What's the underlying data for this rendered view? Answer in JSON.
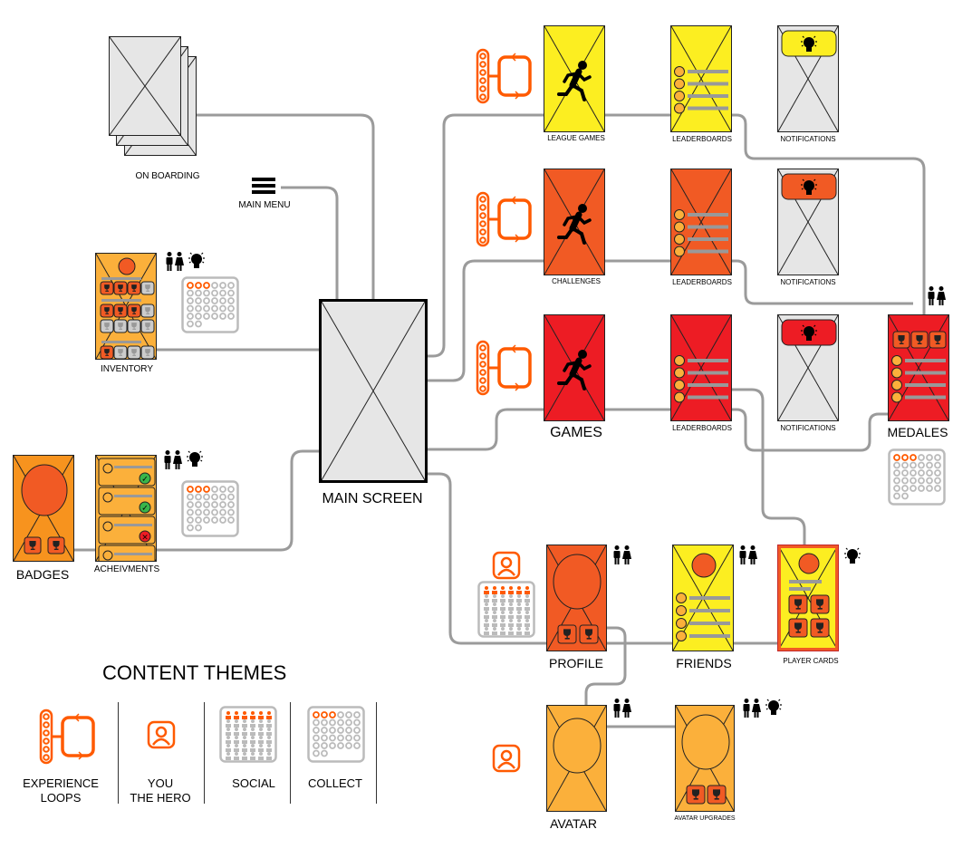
{
  "screens": {
    "onboarding": "ON BOARDING",
    "main_menu": "MAIN MENU",
    "inventory": "INVENTORY",
    "badges": "BADGES",
    "achievements": "ACHEIVMENTS",
    "main_screen": "MAIN SCREEN",
    "league_games": "LEAGUE GAMES",
    "leaderboards_1": "LEADERBOARDS",
    "notifications_1": "NOTIFICATIONS",
    "challenges": "CHALLENGES",
    "leaderboards_2": "LEADERBOARDS",
    "notifications_2": "NOTIFICATIONS",
    "games": "GAMES",
    "leaderboards_3": "LEADERBOARDS",
    "notifications_3": "NOTIFICATIONS",
    "medales": "MEDALES",
    "profile": "PROFILE",
    "friends": "FRIENDS",
    "player_cards": "PLAYER CARDS",
    "avatar": "AVATAR",
    "avatar_upgrades": "AVATAR UPGRADES"
  },
  "legend": {
    "title": "CONTENT THEMES",
    "items": [
      {
        "line1": "EXPERIENCE",
        "line2": "LOOPS",
        "icon": "loop-icon"
      },
      {
        "line1": "YOU",
        "line2": "THE HERO",
        "icon": "user-icon"
      },
      {
        "line1": "SOCIAL",
        "line2": "",
        "icon": "social-grid-icon"
      },
      {
        "line1": "COLLECT",
        "line2": "",
        "icon": "collect-grid-icon"
      }
    ]
  },
  "colors": {
    "yellow": "#fcee21",
    "orange": "#f15a24",
    "red": "#ed1c24",
    "light_orange": "#fbb03b",
    "amber": "#f7931e",
    "wire_gray": "#e6e6e6",
    "connector": "#9b9b9b",
    "accent": "#ff5a00"
  }
}
